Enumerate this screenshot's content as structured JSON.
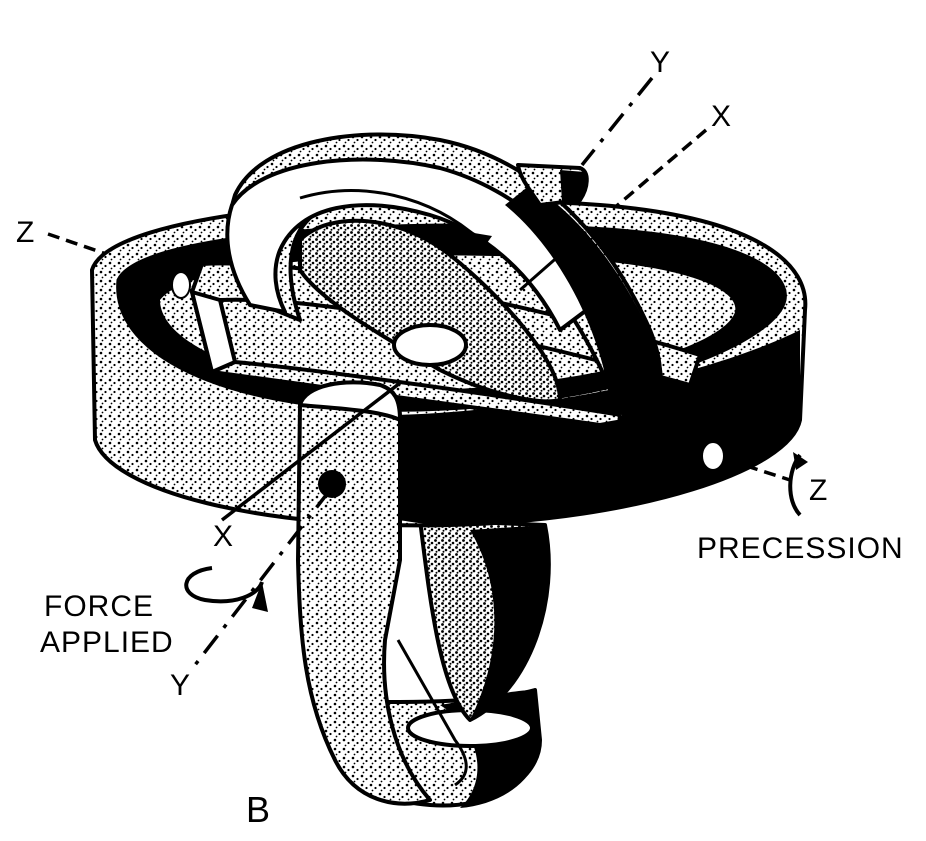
{
  "labels": {
    "axis_y_top": "Y",
    "axis_x_top": "X",
    "axis_z_left": "Z",
    "axis_x_bottom": "X",
    "axis_y_bottom": "Y",
    "axis_z_right": "Z",
    "force_line1": "FORCE",
    "force_line2": "APPLIED",
    "precession": "PRECESSION",
    "panel": "B"
  },
  "colors": {
    "ink": "#000000",
    "paper": "#ffffff"
  }
}
